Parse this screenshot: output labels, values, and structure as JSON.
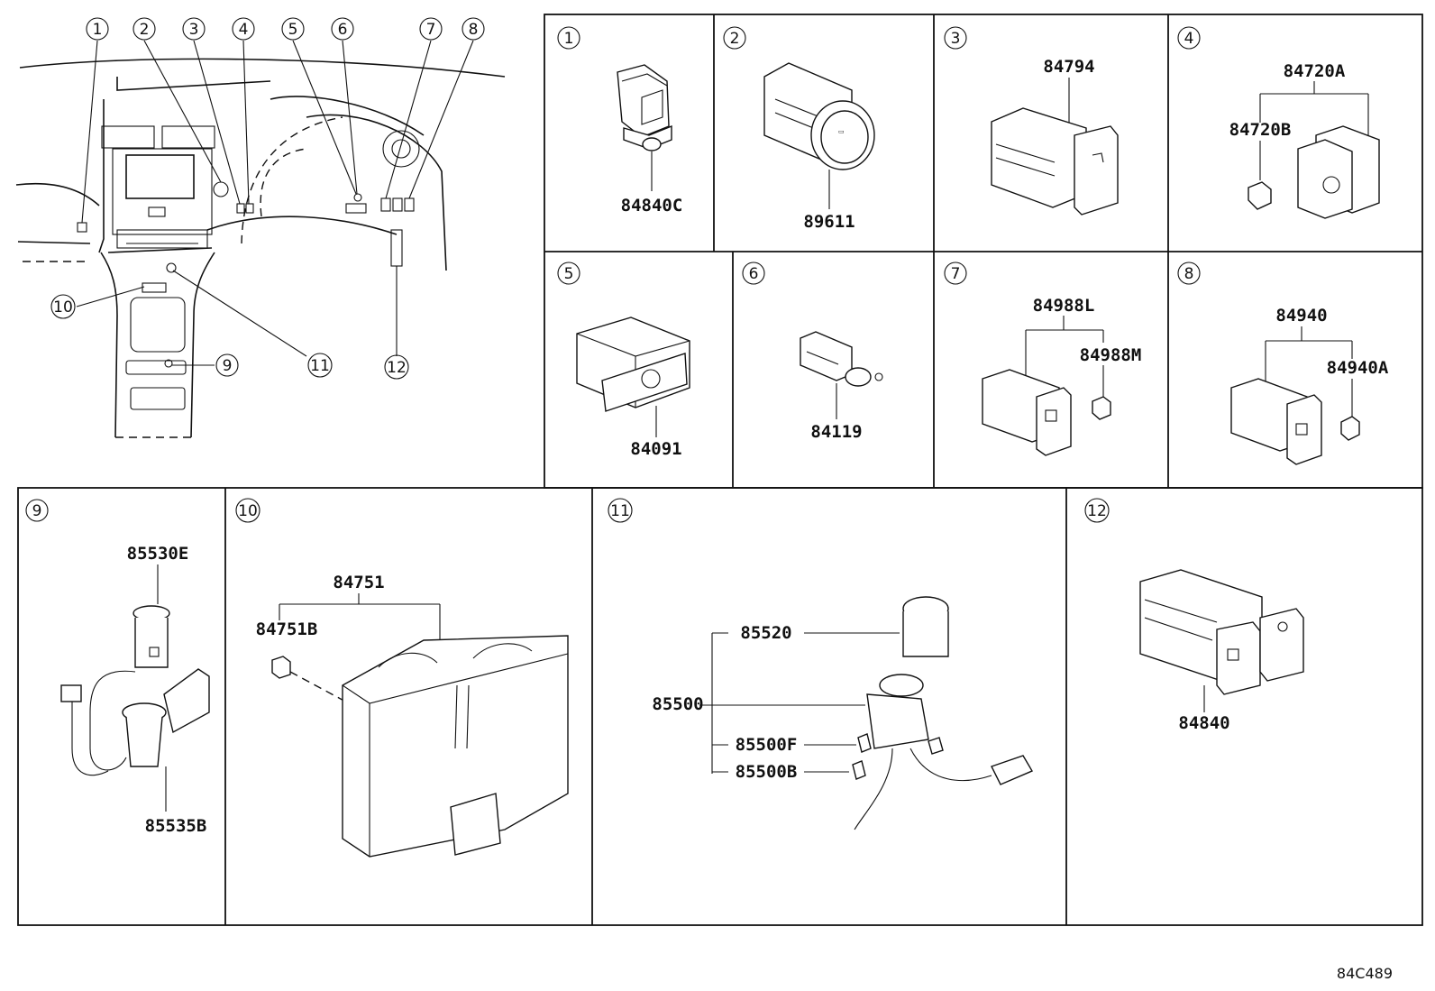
{
  "overview": {
    "callouts": [
      "1",
      "2",
      "3",
      "4",
      "5",
      "6",
      "7",
      "8",
      "9",
      "10",
      "11",
      "12"
    ]
  },
  "panels": [
    {
      "num": "1",
      "parts": [
        "84840C"
      ]
    },
    {
      "num": "2",
      "parts": [
        "89611"
      ]
    },
    {
      "num": "3",
      "parts": [
        "84794"
      ]
    },
    {
      "num": "4",
      "parts": [
        "84720A",
        "84720B"
      ]
    },
    {
      "num": "5",
      "parts": [
        "84091"
      ]
    },
    {
      "num": "6",
      "parts": [
        "84119"
      ]
    },
    {
      "num": "7",
      "parts": [
        "84988L",
        "84988M"
      ]
    },
    {
      "num": "8",
      "parts": [
        "84940",
        "84940A"
      ]
    },
    {
      "num": "9",
      "parts": [
        "85530E",
        "85535B"
      ]
    },
    {
      "num": "10",
      "parts": [
        "84751",
        "84751B"
      ]
    },
    {
      "num": "11",
      "parts": [
        "85520",
        "85500",
        "85500F",
        "85500B"
      ]
    },
    {
      "num": "12",
      "parts": [
        "84840"
      ]
    }
  ],
  "diagram_code": "84C489"
}
